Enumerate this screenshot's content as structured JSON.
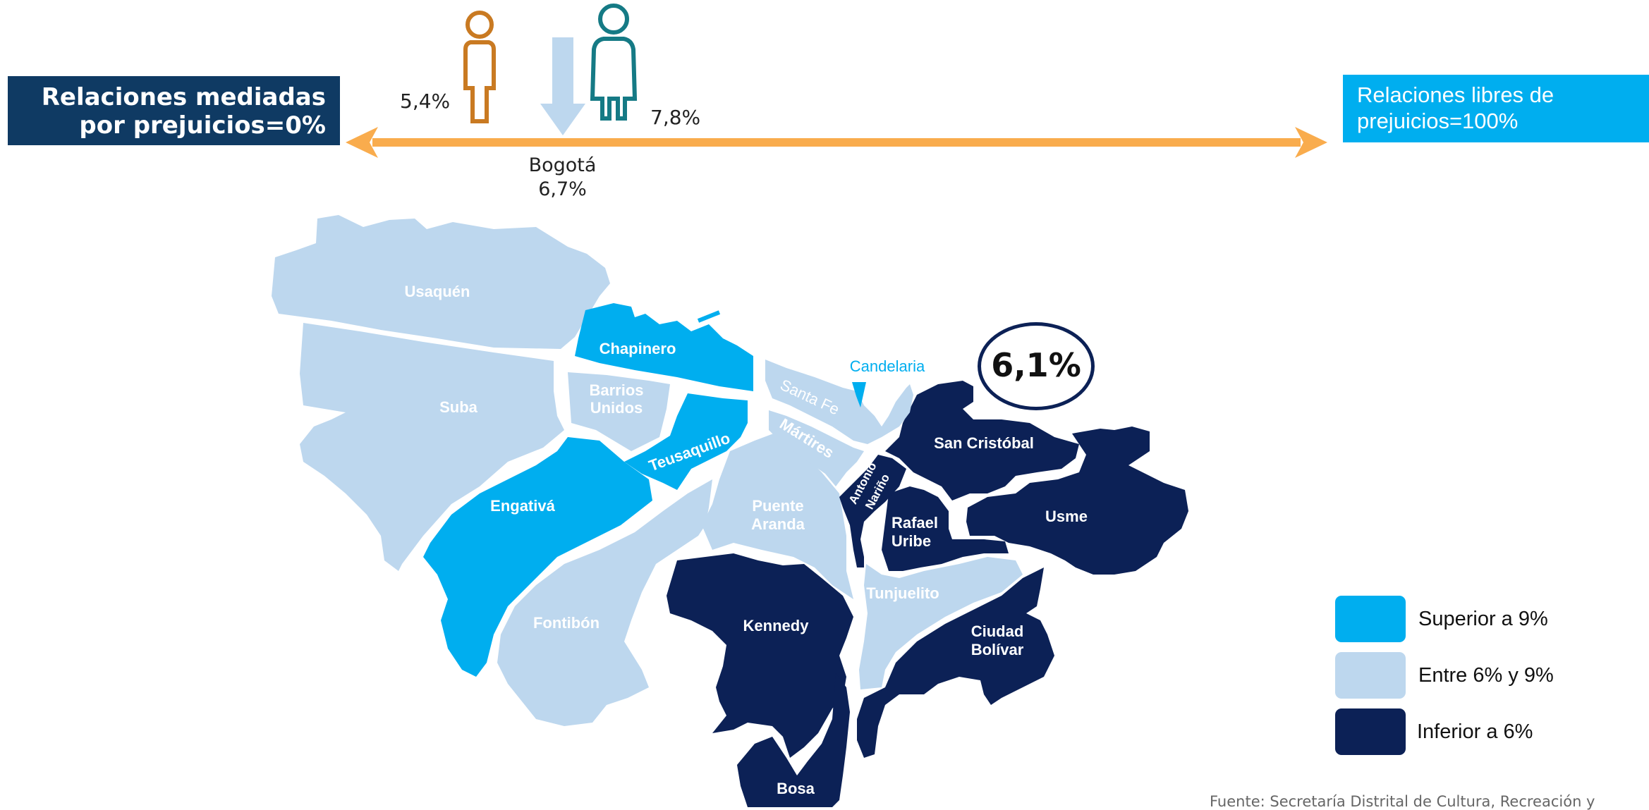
{
  "scale": {
    "left_label": "Relaciones mediadas por prejuicios=0%",
    "right_label": "Relaciones libres de prejuicios=100%",
    "men_value": "5,4%",
    "women_value": "7,8%",
    "city_name": "Bogotá",
    "city_value": "6,7%"
  },
  "highlight_value": "6,1%",
  "localities": {
    "usaquen": "Usaquén",
    "chapinero": "Chapinero",
    "suba": "Suba",
    "barrios_unidos": [
      "Barrios",
      "Unidos"
    ],
    "teusaquillo": "Teusaquillo",
    "engativa": "Engativá",
    "fontibon": "Fontibón",
    "puente_aranda": [
      "Puente",
      "Aranda"
    ],
    "kennedy": "Kennedy",
    "bosa": "Bosa",
    "tunjuelito": "Tunjuelito",
    "ciudad_bolivar": [
      "Ciudad",
      "Bolívar"
    ],
    "rafael_uribe": [
      "Rafael",
      "Uribe"
    ],
    "antonio_narino": [
      "Antonio",
      "Nariño"
    ],
    "san_cristobal": "San Cristóbal",
    "usme": "Usme",
    "santa_fe": "Santa Fe",
    "martires": "Mártires",
    "candelaria": "Candelaria"
  },
  "legend": [
    {
      "label": "Superior a 9%",
      "color": "#00aeef"
    },
    {
      "label": "Entre 6% y 9%",
      "color": "#bdd7ee"
    },
    {
      "label": "Inferior a 6%",
      "color": "#0c2156"
    }
  ],
  "colors": {
    "high": "#00aeef",
    "mid": "#bdd7ee",
    "low": "#0c2156",
    "arrow": "#f9ac4d",
    "men_icon": "#c97a22",
    "women_icon": "#157a85"
  },
  "source": "Fuente: Secretaría Distrital de Cultura, Recreación y"
}
